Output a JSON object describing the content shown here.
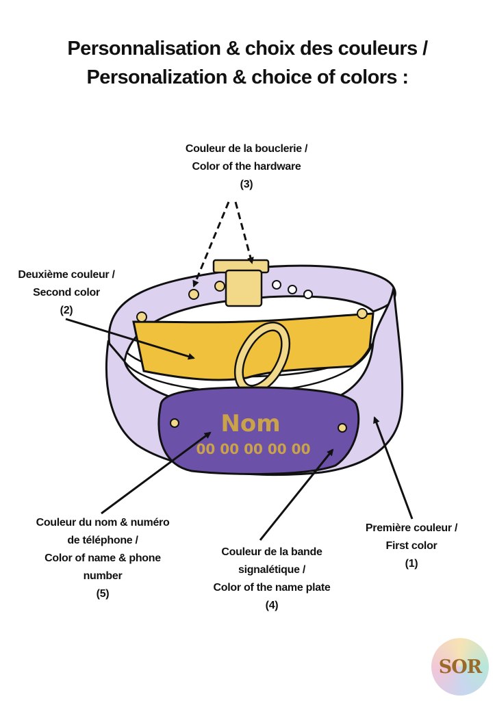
{
  "title": {
    "line1": "Personnalisation & choix des couleurs /",
    "line2": "Personalization & choice of colors :"
  },
  "labels": {
    "hardware": [
      "Couleur de la bouclerie /",
      "Color of the hardware",
      "(3)"
    ],
    "second": [
      "Deuxième couleur /",
      "Second color",
      "(2)"
    ],
    "first": [
      "Première couleur /",
      "First color",
      "(1)"
    ],
    "plate": [
      "Couleur de la bande",
      "signalétique /",
      "Color of the name plate",
      "(4)"
    ],
    "name": [
      "Couleur du nom & numéro",
      "de téléphone /",
      "Color of name & phone",
      "number",
      "(5)"
    ]
  },
  "plate": {
    "name_text": "Nom",
    "phone_text": "00 00 00 00 00"
  },
  "logo": "SOR",
  "colors": {
    "first_color": "#dcd2ef",
    "second_color": "#f0c13d",
    "hardware": "#f2d98a",
    "name_plate": "#6b51a8",
    "name_text": "#caa24a"
  }
}
